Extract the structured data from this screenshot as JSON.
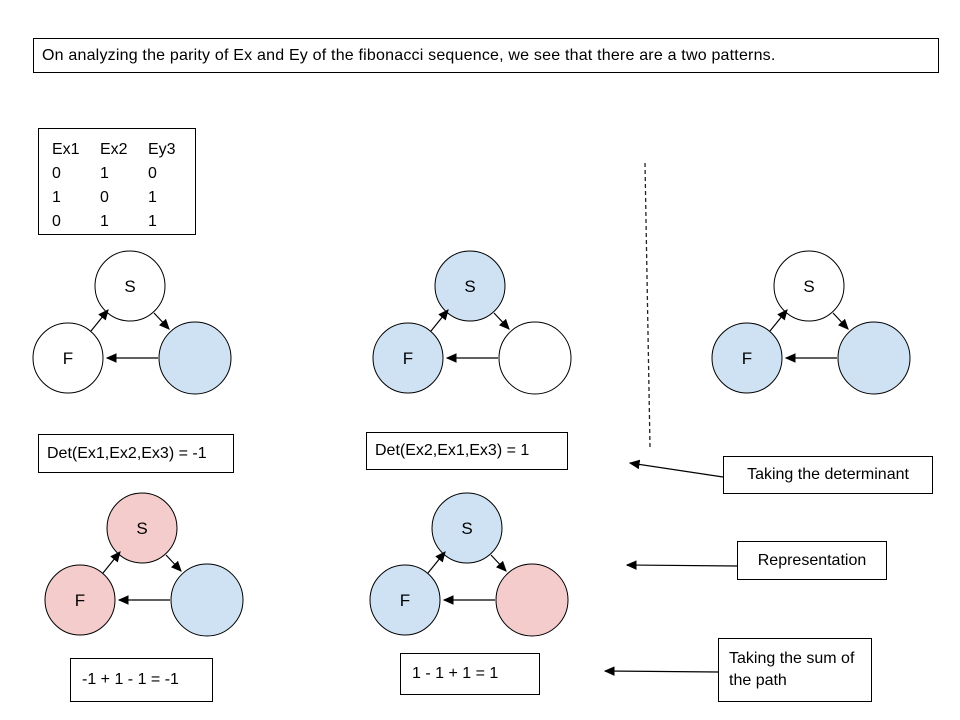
{
  "title": "On analyzing the parity of Ex and Ey of the fibonacci sequence, we see that there are a two patterns.",
  "table": {
    "headers": [
      "Ex1",
      "Ex2",
      "Ey3"
    ],
    "rows": [
      [
        "0",
        "1",
        "0"
      ],
      [
        "1",
        "0",
        "1"
      ],
      [
        "0",
        "1",
        "1"
      ]
    ]
  },
  "colors": {
    "node_blue": "#cfe2f3",
    "node_pink": "#f4cccc",
    "node_white": "#ffffff",
    "line": "#000000"
  },
  "graphs": [
    {
      "name": "det-pattern-1",
      "nodes": {
        "s": {
          "label": "S",
          "color": "#ffffff"
        },
        "f": {
          "label": "F",
          "color": "#ffffff"
        },
        "third": {
          "label": "",
          "color": "#cfe2f3"
        }
      }
    },
    {
      "name": "det-pattern-2",
      "nodes": {
        "s": {
          "label": "S",
          "color": "#cfe2f3"
        },
        "f": {
          "label": "F",
          "color": "#cfe2f3"
        },
        "third": {
          "label": "",
          "color": "#ffffff"
        }
      }
    },
    {
      "name": "right-pattern",
      "nodes": {
        "s": {
          "label": "S",
          "color": "#ffffff"
        },
        "f": {
          "label": "F",
          "color": "#cfe2f3"
        },
        "third": {
          "label": "",
          "color": "#cfe2f3"
        }
      }
    },
    {
      "name": "sum-pattern-1",
      "nodes": {
        "s": {
          "label": "S",
          "color": "#f4cccc"
        },
        "f": {
          "label": "F",
          "color": "#f4cccc"
        },
        "third": {
          "label": "",
          "color": "#cfe2f3"
        }
      }
    },
    {
      "name": "sum-pattern-2",
      "nodes": {
        "s": {
          "label": "S",
          "color": "#cfe2f3"
        },
        "f": {
          "label": "F",
          "color": "#cfe2f3"
        },
        "third": {
          "label": "",
          "color": "#f4cccc"
        }
      }
    }
  ],
  "det_labels": {
    "left": "Det(Ex1,Ex2,Ex3) = -1",
    "middle": "Det(Ex2,Ex1,Ex3) = 1"
  },
  "sum_labels": {
    "left": "-1 + 1 - 1 = -1",
    "middle": "1 - 1 + 1 = 1"
  },
  "annotations": {
    "determinant": "Taking the determinant",
    "representation": "Representation",
    "sum": "Taking the sum of the path"
  }
}
